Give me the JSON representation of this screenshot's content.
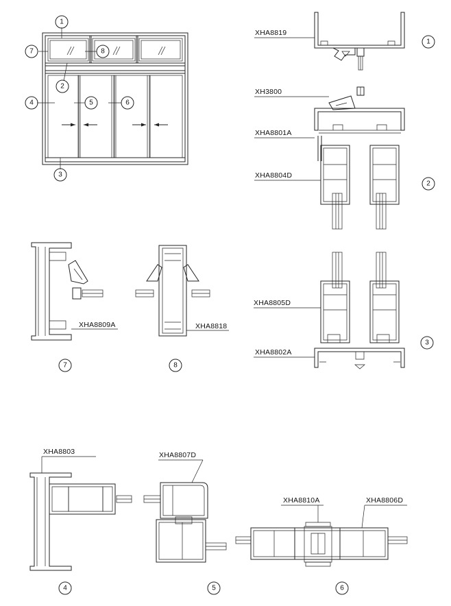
{
  "overview": {
    "callouts": [
      "1",
      "2",
      "3",
      "4",
      "5",
      "6",
      "7",
      "8"
    ]
  },
  "sections": {
    "s1": {
      "number": "1",
      "profiles": [
        "XHA8819"
      ]
    },
    "s2": {
      "number": "2",
      "profiles": [
        "XH3800",
        "XHA8801A",
        "XHA8804D"
      ]
    },
    "s3": {
      "number": "3",
      "profiles": [
        "XHA8805D",
        "XHA8802A"
      ]
    },
    "s7": {
      "number": "7",
      "profiles": [
        "XHA8809A"
      ]
    },
    "s8": {
      "number": "8",
      "profiles": [
        "XHA8818"
      ]
    },
    "s4": {
      "number": "4",
      "profiles": [
        "XHA8803"
      ]
    },
    "s5": {
      "number": "5",
      "profiles": [
        "XHA8807D"
      ]
    },
    "s6": {
      "number": "6",
      "profiles": [
        "XHA8810A",
        "XHA8806D"
      ]
    }
  }
}
